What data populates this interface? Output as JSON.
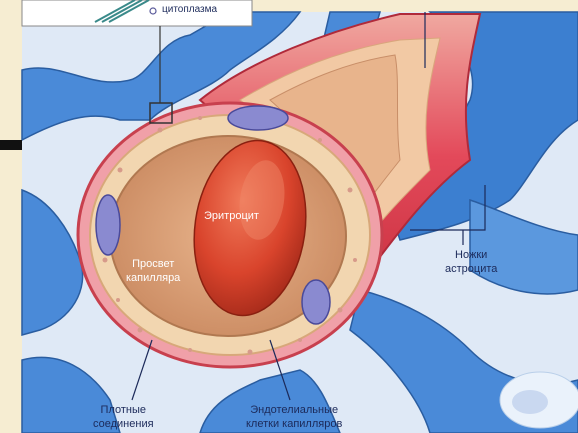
{
  "labels": {
    "cytoplasm": "цитоплазма",
    "erythrocyte": "Эритроцит",
    "lumen_line1": "Просвет",
    "lumen_line2": "капилляра",
    "astro_line1": "Ножки",
    "astro_line2": "астроцита",
    "tight_line1": "Плотные",
    "tight_line2": "соединения",
    "endo_line1": "Эндотелиальные",
    "endo_line2": "клетки капилляров"
  },
  "colors": {
    "background": "#f6edd2",
    "astrocyte": "#3c7fd0",
    "astrocyte_light": "#7fb0e8",
    "vessel_wall": "#e3495a",
    "endothelium": "#f2c9a4",
    "erythrocyte": "#d9442c",
    "label_text": "#1c2a5a"
  }
}
